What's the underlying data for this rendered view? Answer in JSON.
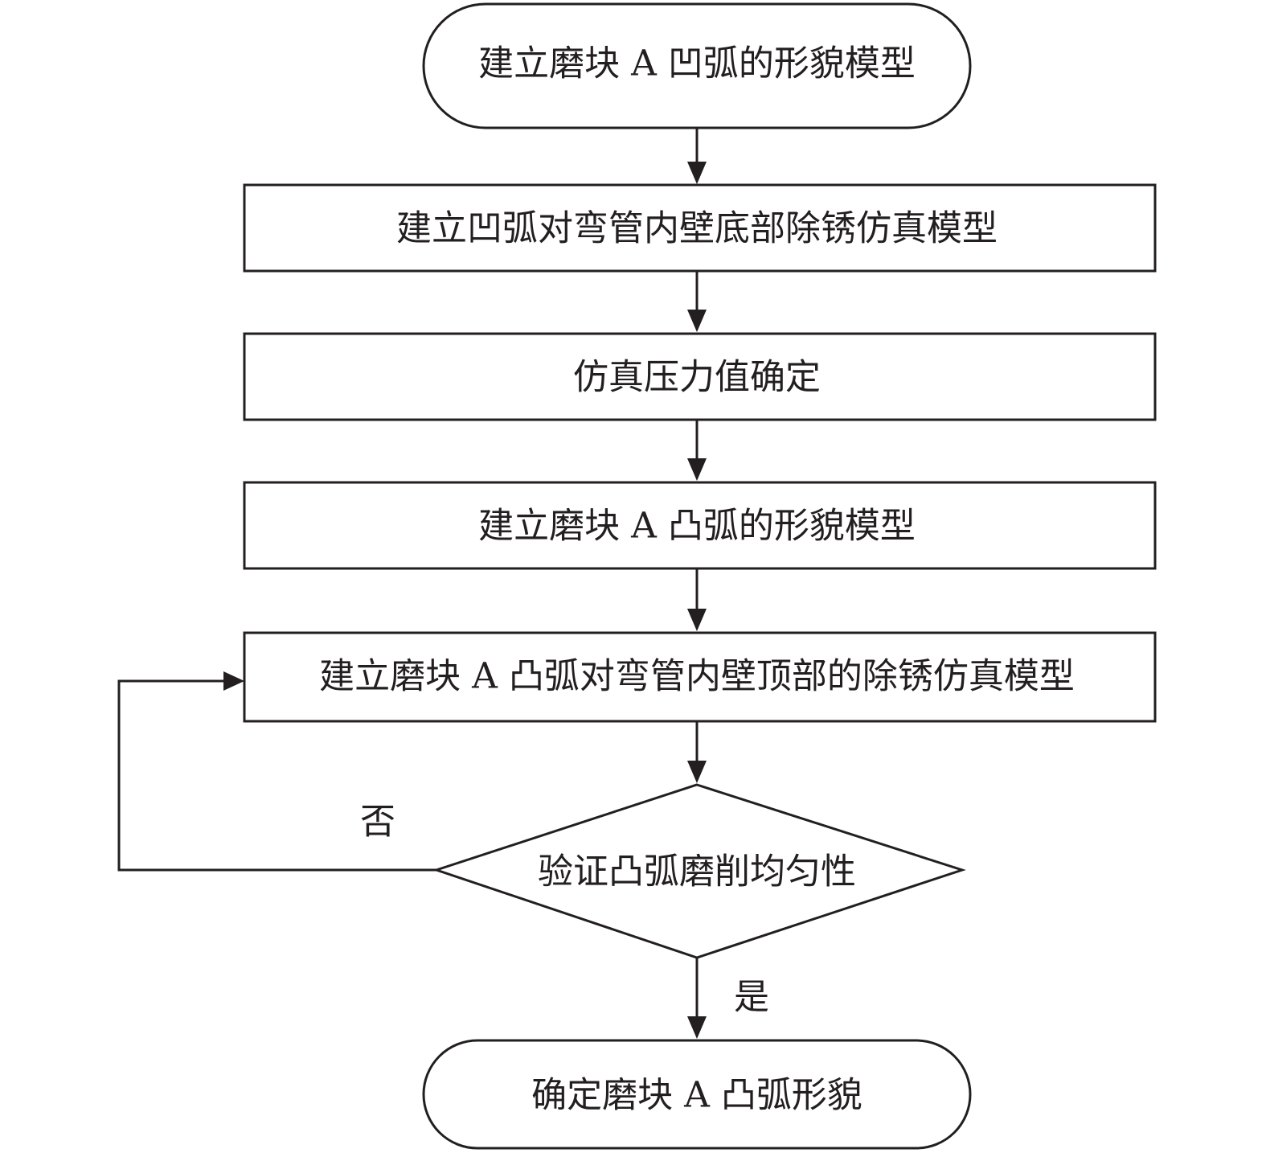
{
  "nodes": {
    "start": "建立磨块 A 凹弧的形貌模型",
    "step1": "建立凹弧对弯管内壁底部除锈仿真模型",
    "step2": "仿真压力值确定",
    "step3": "建立磨块 A 凸弧的形貌模型",
    "step4": "建立磨块 A 凸弧对弯管内壁顶部的除锈仿真模型",
    "decision": "验证凸弧磨削均匀性",
    "end": "确定磨块 A 凸弧形貌"
  },
  "edges": {
    "no_label": "否",
    "yes_label": "是"
  },
  "colors": {
    "line": "#231f20",
    "background": "#ffffff"
  }
}
